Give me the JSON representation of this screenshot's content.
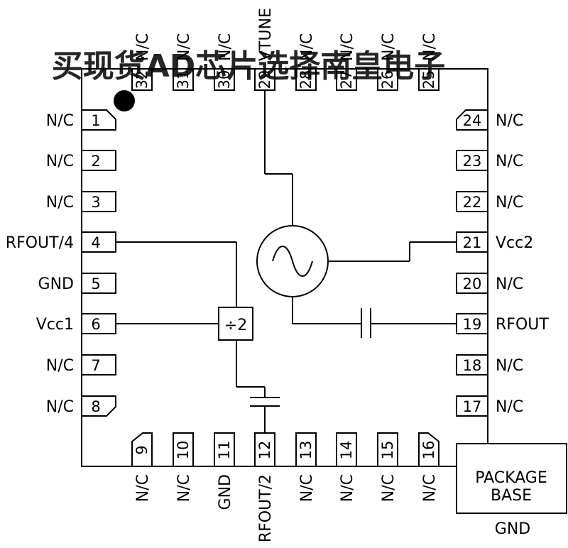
{
  "pins": [
    {
      "num": "1",
      "name": "N/C"
    },
    {
      "num": "2",
      "name": "N/C"
    },
    {
      "num": "3",
      "name": "N/C"
    },
    {
      "num": "4",
      "name": "RFOUT/4"
    },
    {
      "num": "5",
      "name": "GND"
    },
    {
      "num": "6",
      "name": "Vcc1"
    },
    {
      "num": "7",
      "name": "N/C"
    },
    {
      "num": "8",
      "name": "N/C"
    },
    {
      "num": "9",
      "name": "N/C"
    },
    {
      "num": "10",
      "name": "N/C"
    },
    {
      "num": "11",
      "name": "GND"
    },
    {
      "num": "12",
      "name": "RFOUT/2"
    },
    {
      "num": "13",
      "name": "N/C"
    },
    {
      "num": "14",
      "name": "N/C"
    },
    {
      "num": "15",
      "name": "N/C"
    },
    {
      "num": "16",
      "name": "N/C"
    },
    {
      "num": "17",
      "name": "N/C"
    },
    {
      "num": "18",
      "name": "N/C"
    },
    {
      "num": "19",
      "name": "RFOUT"
    },
    {
      "num": "20",
      "name": "N/C"
    },
    {
      "num": "21",
      "name": "Vcc2"
    },
    {
      "num": "22",
      "name": "N/C"
    },
    {
      "num": "23",
      "name": "N/C"
    },
    {
      "num": "24",
      "name": "N/C"
    },
    {
      "num": "25",
      "name": "N/C"
    },
    {
      "num": "26",
      "name": "N/C"
    },
    {
      "num": "27",
      "name": "N/C"
    },
    {
      "num": "28",
      "name": "N/C"
    },
    {
      "num": "29",
      "name": "VTUNE"
    },
    {
      "num": "30",
      "name": "N/C"
    },
    {
      "num": "31",
      "name": "N/C"
    },
    {
      "num": "32",
      "name": "N/C"
    }
  ],
  "divider_label": "÷2",
  "package_base": {
    "line1": "PACKAGE",
    "line2": "BASE",
    "gnd": "GND"
  },
  "watermark": "买现货AD芯片选择南皇电子",
  "colors": {
    "ink": "#000000",
    "watermark": "#f08080"
  }
}
